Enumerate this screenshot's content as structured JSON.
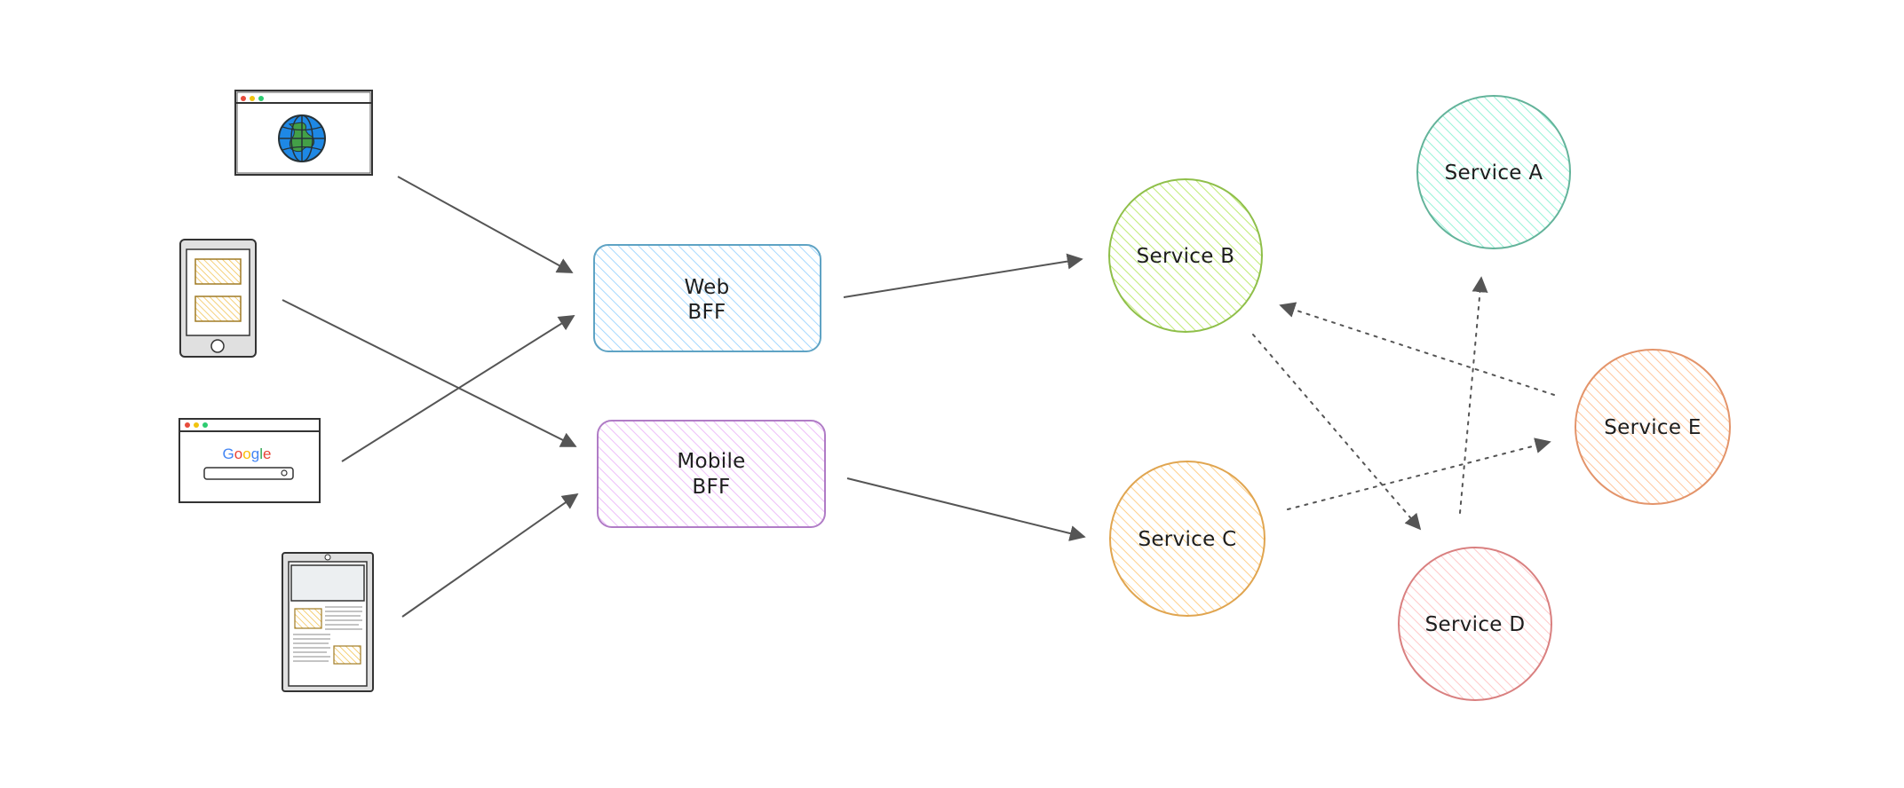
{
  "nodes": {
    "web_bff": {
      "line1": "Web",
      "line2": "BFF",
      "fill": "#a5d8ff",
      "stroke": "#5fa3c4"
    },
    "mobile_bff": {
      "line1": "Mobile",
      "line2": "BFF",
      "fill": "#eebefa",
      "stroke": "#b07cc6"
    },
    "service_a": {
      "label": "Service A",
      "fill": "#96f2d7",
      "stroke": "#63b39a"
    },
    "service_b": {
      "label": "Service B",
      "fill": "#c0eb75",
      "stroke": "#8fbf4a"
    },
    "service_c": {
      "label": "Service C",
      "fill": "#ffd08a",
      "stroke": "#e0a550"
    },
    "service_d": {
      "label": "Service D",
      "fill": "#ffc9c9",
      "stroke": "#d98080"
    },
    "service_e": {
      "label": "Service E",
      "fill": "#ffc69c",
      "stroke": "#e3946a"
    }
  },
  "clients": {
    "browser_globe": {
      "icon": "browser-globe-icon"
    },
    "mobile_phone": {
      "icon": "mobile-phone-icon"
    },
    "browser_search": {
      "icon": "browser-search-icon",
      "logo_text": "Google"
    },
    "tablet_document": {
      "icon": "tablet-document-icon"
    }
  },
  "colors": {
    "arrow": "#555555",
    "device_outline": "#333333",
    "placeholder_fill": "#ffd470"
  }
}
